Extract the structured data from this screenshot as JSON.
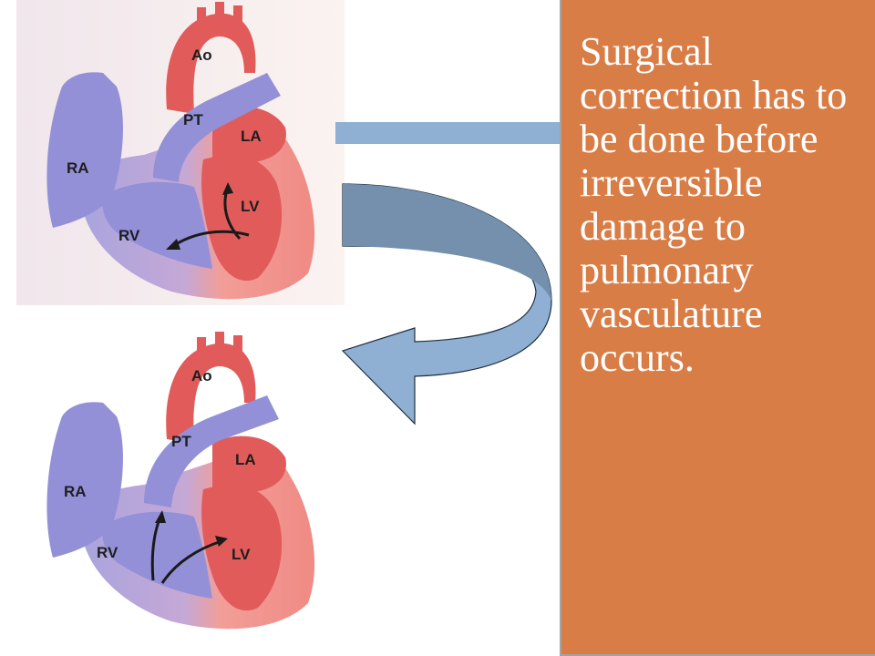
{
  "colors": {
    "panel": "#d97d46",
    "oxygenated": "#e25b5b",
    "deoxygenated": "#9390d8",
    "myocardium": "#f4a7a0",
    "connector_bar": "#8fb0d2",
    "connector_arrow": "#7490ad"
  },
  "heart_top": {
    "labels": {
      "ao": "Ao",
      "pt": "PT",
      "la": "LA",
      "ra": "RA",
      "lv": "LV",
      "rv": "RV"
    },
    "flow": "left-to-right shunt (LV to RV)"
  },
  "heart_bottom": {
    "labels": {
      "ao": "Ao",
      "pt": "PT",
      "la": "LA",
      "ra": "RA",
      "lv": "LV",
      "rv": "RV"
    },
    "flow": "reversed shunt (RV to LV)"
  },
  "panel": {
    "text": "Surgical correction has to be done before irreversible damage to pulmonary vasculature occurs."
  }
}
